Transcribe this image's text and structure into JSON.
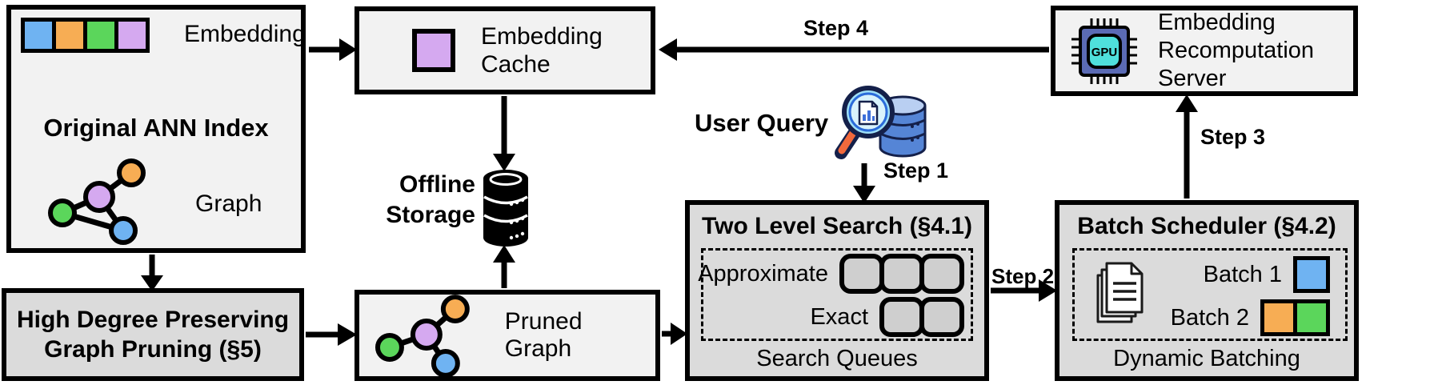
{
  "colors": {
    "blue": "#6FB3F2",
    "orange": "#F7AD54",
    "green": "#5BD65B",
    "purple": "#D5A9F0",
    "box_light": "#F2F2F2",
    "box_dark": "#DBDBDB",
    "queue_fill": "#CFCFCF",
    "db_blue": "#5585D6",
    "db_blue_light": "#B9CFF2",
    "handle_orange": "#F2693C",
    "chip_body": "#5B6BB5",
    "chip_core": "#4FE0DC"
  },
  "ann_index": {
    "embedding_label": "Embedding",
    "title": "Original ANN Index",
    "graph_label": "Graph",
    "embedding_cells": [
      "blue",
      "orange",
      "green",
      "purple"
    ]
  },
  "pruning": {
    "line1": "High Degree Preserving",
    "line2": "Graph Pruning (§5)"
  },
  "cache": {
    "line1": "Embedding",
    "line2": "Cache"
  },
  "offline_storage": {
    "line1": "Offline",
    "line2": "Storage"
  },
  "pruned_graph": {
    "label": "Pruned Graph"
  },
  "user_query": {
    "label": "User Query"
  },
  "two_level_search": {
    "title": "Two Level Search (§4.1)",
    "approximate_label": "Approximate",
    "exact_label": "Exact",
    "approximate_queue_count": 3,
    "exact_queue_count": 2,
    "footer": "Search Queues"
  },
  "batch_scheduler": {
    "title": "Batch Scheduler (§4.2)",
    "batch1_label": "Batch 1",
    "batch2_label": "Batch 2",
    "batch1_cells": [
      "blue"
    ],
    "batch2_cells": [
      "orange",
      "green"
    ],
    "footer": "Dynamic Batching"
  },
  "recompute_server": {
    "line1": "Embedding",
    "line2": "Recomputation",
    "line3": "Server",
    "chip_label": "GPU"
  },
  "steps": {
    "s1": "Step 1",
    "s2": "Step 2",
    "s3": "Step 3",
    "s4": "Step 4"
  }
}
